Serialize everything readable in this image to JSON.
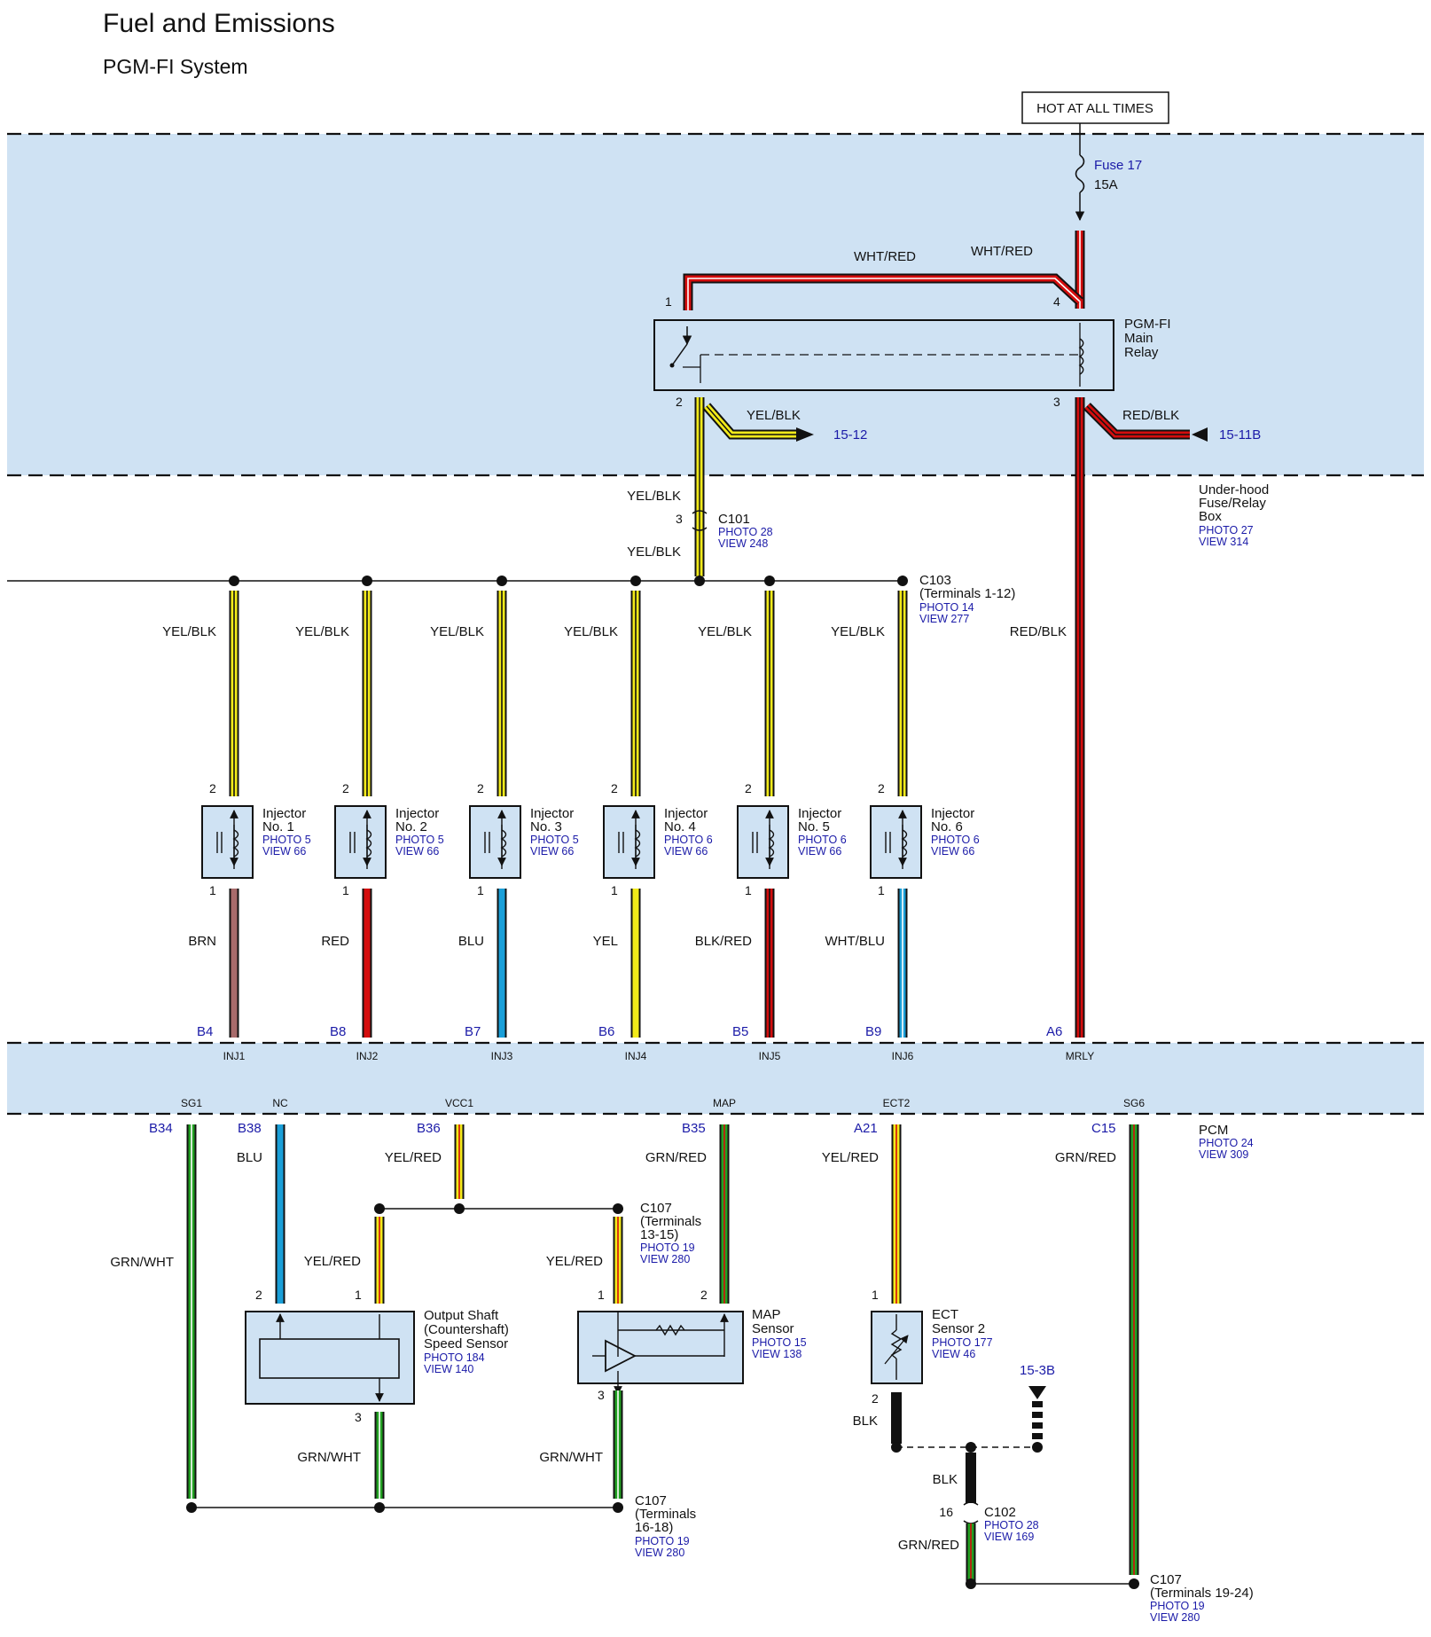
{
  "header": {
    "title": "Fuel and Emissions",
    "subtitle": "PGM-FI System"
  },
  "hot_box": "HOT AT ALL TIMES",
  "fuse": {
    "name": "Fuse 17",
    "rating": "15A"
  },
  "relay": {
    "name": [
      "PGM-FI",
      "Main",
      "Relay"
    ],
    "pins": {
      "p1": "1",
      "p2": "2",
      "p3": "3",
      "p4": "4"
    }
  },
  "box_labels": {
    "underhood": {
      "lines": [
        "Under-hood",
        "Fuse/Relay",
        "Box"
      ],
      "photo": "PHOTO 27",
      "view": "VIEW 314"
    },
    "pcm": {
      "name": "PCM",
      "photo": "PHOTO 24",
      "view": "VIEW 309"
    }
  },
  "wires": {
    "fuse_wht_red": "WHT/RED",
    "top_wht_red": "WHT/RED",
    "relay2_yel_blk": "YEL/BLK",
    "relay3_red_blk": "RED/BLK",
    "c101_above": "YEL/BLK",
    "c101_below": "YEL/BLK",
    "mrly_red_blk": "RED/BLK"
  },
  "off_page": {
    "out_15_12": "15-12",
    "in_15_11B": "15-11B",
    "to_15_3B": "15-3B"
  },
  "connectors": {
    "c101": {
      "name": "C101",
      "pin": "3",
      "photo": "PHOTO 28",
      "view": "VIEW 248"
    },
    "c103": {
      "name": "C103",
      "terminals": "(Terminals 1-12)",
      "photo": "PHOTO 14",
      "view": "VIEW 277"
    },
    "c107a": {
      "name": "C107",
      "t1": "(Terminals",
      "t2": "13-15)",
      "photo": "PHOTO 19",
      "view": "VIEW 280"
    },
    "c107b": {
      "name": "C107",
      "t1": "(Terminals",
      "t2": "16-18)",
      "photo": "PHOTO 19",
      "view": "VIEW 280"
    },
    "c107c": {
      "name": "C107",
      "terminals": "(Terminals 19-24)",
      "photo": "PHOTO 19",
      "view": "VIEW 280"
    },
    "c102": {
      "name": "C102",
      "pin": "16",
      "photo": "PHOTO 28",
      "view": "VIEW 169"
    }
  },
  "injectors": [
    {
      "name": "Injector",
      "no": "No. 1",
      "photo": "PHOTO 5",
      "view": "VIEW 66",
      "feed": "YEL/BLK",
      "pin_top": "2",
      "pin_bot": "1",
      "out_wire": "BRN",
      "pcm_pin": "B4",
      "signal": "INJ1"
    },
    {
      "name": "Injector",
      "no": "No. 2",
      "photo": "PHOTO 5",
      "view": "VIEW 66",
      "feed": "YEL/BLK",
      "pin_top": "2",
      "pin_bot": "1",
      "out_wire": "RED",
      "pcm_pin": "B8",
      "signal": "INJ2"
    },
    {
      "name": "Injector",
      "no": "No. 3",
      "photo": "PHOTO 5",
      "view": "VIEW 66",
      "feed": "YEL/BLK",
      "pin_top": "2",
      "pin_bot": "1",
      "out_wire": "BLU",
      "pcm_pin": "B7",
      "signal": "INJ3"
    },
    {
      "name": "Injector",
      "no": "No. 4",
      "photo": "PHOTO 6",
      "view": "VIEW 66",
      "feed": "YEL/BLK",
      "pin_top": "2",
      "pin_bot": "1",
      "out_wire": "YEL",
      "pcm_pin": "B6",
      "signal": "INJ4"
    },
    {
      "name": "Injector",
      "no": "No. 5",
      "photo": "PHOTO 6",
      "view": "VIEW 66",
      "feed": "YEL/BLK",
      "pin_top": "2",
      "pin_bot": "1",
      "out_wire": "BLK/RED",
      "pcm_pin": "B5",
      "signal": "INJ5"
    },
    {
      "name": "Injector",
      "no": "No. 6",
      "photo": "PHOTO 6",
      "view": "VIEW 66",
      "feed": "YEL/BLK",
      "pin_top": "2",
      "pin_bot": "1",
      "out_wire": "WHT/BLU",
      "pcm_pin": "B9",
      "signal": "INJ6"
    }
  ],
  "mrly": {
    "pcm_pin": "A6",
    "signal": "MRLY"
  },
  "pcm_lower": [
    {
      "signal": "SG1",
      "pin": "B34",
      "wire": "GRN/WHT"
    },
    {
      "signal": "NC",
      "pin": "B38",
      "wire": "BLU"
    },
    {
      "signal": "VCC1",
      "pin": "B36",
      "wire": "YEL/RED"
    },
    {
      "signal": "MAP",
      "pin": "B35",
      "wire": "GRN/RED"
    },
    {
      "signal": "ECT2",
      "pin": "A21",
      "wire": "YEL/RED"
    },
    {
      "signal": "SG6",
      "pin": "C15",
      "wire": "GRN/RED"
    }
  ],
  "sensors": {
    "oss": {
      "lines": [
        "Output Shaft",
        "(Countershaft)",
        "Speed Sensor"
      ],
      "photo": "PHOTO 184",
      "view": "VIEW 140",
      "pin2": "2",
      "pin1": "1",
      "pin3": "3",
      "wire_in": "YEL/RED",
      "wire_out": "GRN/WHT"
    },
    "map": {
      "lines": [
        "MAP",
        "Sensor"
      ],
      "photo": "PHOTO 15",
      "view": "VIEW 138",
      "pin1": "1",
      "pin2": "2",
      "pin3": "3",
      "wire_in": "YEL/RED",
      "wire_out": "GRN/WHT"
    },
    "ect": {
      "lines": [
        "ECT",
        "Sensor 2"
      ],
      "photo": "PHOTO 177",
      "view": "VIEW 46",
      "pin1": "1",
      "pin2": "2",
      "wire_gnd": "BLK",
      "wire_blk2": "BLK",
      "wire_c102": "GRN/RED"
    }
  },
  "colors": {
    "band": "#cfe2f3",
    "wire_yellow": "#f2ea1a",
    "wire_red": "#d40d0d",
    "wire_blue": "#1a9fd8",
    "wire_brown": "#a86b6b",
    "wire_green": "#22a022",
    "ref_blue": "#1b1ba8"
  }
}
